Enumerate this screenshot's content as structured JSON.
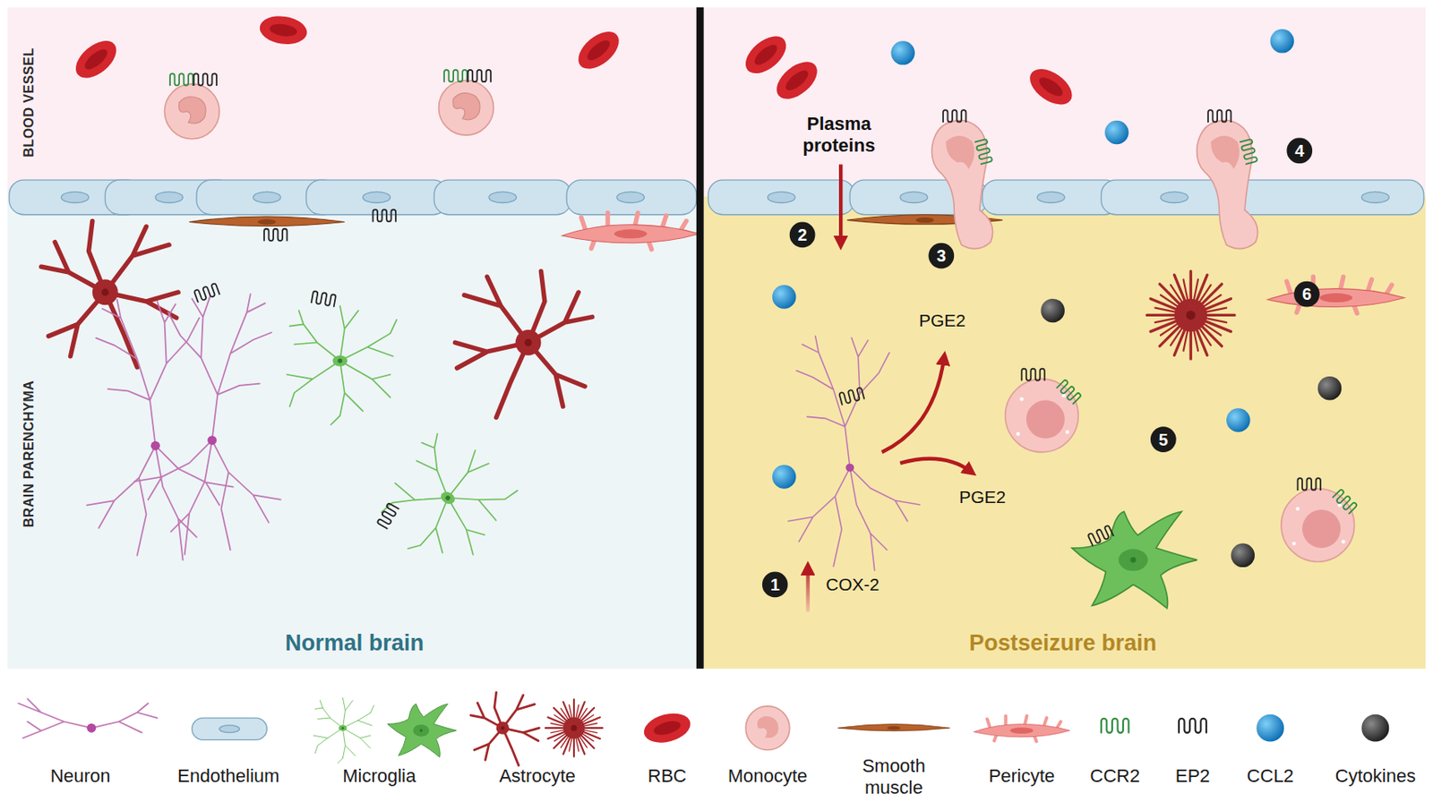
{
  "diagram": {
    "nodes": [
      {
        "text": [
          "Normal brain"
        ]
      },
      {
        "text": [
          "Postseizure brain"
        ]
      }
    ],
    "labels": [
      "BLOOD VESSEL",
      "BRAIN PARENCHYMA",
      "Plasma proteins",
      "4",
      "2",
      "3",
      "6",
      "PGE2",
      "5",
      "PGE2",
      "1",
      "COX-2"
    ],
    "legend": [
      {
        "text": "Neuron"
      },
      {
        "text": "Endothelium"
      },
      {
        "text": "Microglia"
      },
      {
        "text": "Astrocyte"
      },
      {
        "text": "RBC"
      },
      {
        "text": "Monocyte"
      },
      {
        "text": "Smooth muscle"
      },
      {
        "text": "Pericyte"
      },
      {
        "text": "CCR2"
      },
      {
        "text": "EP2"
      },
      {
        "text": "CCL2"
      },
      {
        "text": "Cytokines"
      }
    ]
  }
}
